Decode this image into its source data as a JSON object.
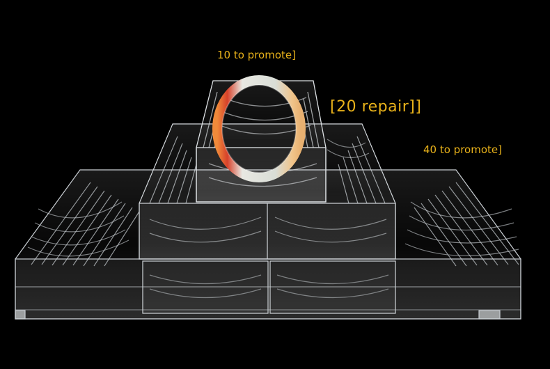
{
  "labels": {
    "tier_small": "10 to promote]",
    "tier_medium": "[20 repair]]",
    "tier_large": "40 to promote]"
  },
  "colors": {
    "background": "#000000",
    "label_text": "#e9b21a",
    "acrylic_edge": "#d8dde2",
    "bangle_orange": "#e8662a",
    "bangle_white": "#dfe2dc"
  },
  "scene": {
    "subject": "clear acrylic bangle display trays stacked in three tiers with a jade bangle on top"
  }
}
